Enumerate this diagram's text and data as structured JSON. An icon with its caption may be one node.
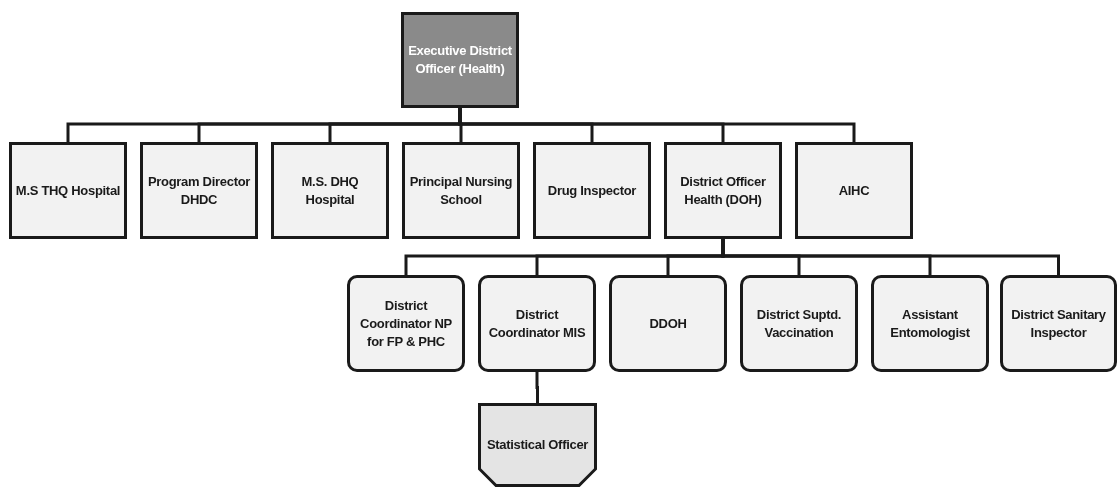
{
  "diagram": {
    "nodes": [
      {
        "text": [
          "Executive District Officer (Health)"
        ]
      },
      {
        "text": [
          "M.S THQ Hospital"
        ]
      },
      {
        "text": [
          "Program Director DHDC"
        ]
      },
      {
        "text": [
          "M.S. DHQ Hospital"
        ]
      },
      {
        "text": [
          "Principal Nursing School"
        ]
      },
      {
        "text": [
          "Drug Inspector"
        ]
      },
      {
        "text": [
          "District Officer Health (DOH)"
        ]
      },
      {
        "text": [
          "AIHC"
        ]
      },
      {
        "text": [
          "District Coordinator NP for FP & PHC"
        ]
      },
      {
        "text": [
          "District Coordinator MIS"
        ]
      },
      {
        "text": [
          "DDOH"
        ]
      },
      {
        "text": [
          "District Suptd. Vaccination"
        ]
      },
      {
        "text": [
          "Assistant Entomologist"
        ]
      },
      {
        "text": [
          "District Sanitary Inspector"
        ]
      },
      {
        "text": [
          "Statistical Officer"
        ]
      }
    ],
    "edges": [
      {
        "from": 0,
        "to": 1,
        "arrow": "none"
      },
      {
        "from": 0,
        "to": 2,
        "arrow": "none"
      },
      {
        "from": 0,
        "to": 3,
        "arrow": "none"
      },
      {
        "from": 0,
        "to": 4,
        "arrow": "none"
      },
      {
        "from": 0,
        "to": 5,
        "arrow": "none"
      },
      {
        "from": 0,
        "to": 6,
        "arrow": "none"
      },
      {
        "from": 0,
        "to": 7,
        "arrow": "none"
      },
      {
        "from": 6,
        "to": 8,
        "arrow": "none"
      },
      {
        "from": 6,
        "to": 9,
        "arrow": "none"
      },
      {
        "from": 6,
        "to": 10,
        "arrow": "none"
      },
      {
        "from": 6,
        "to": 11,
        "arrow": "none"
      },
      {
        "from": 6,
        "to": 12,
        "arrow": "none"
      },
      {
        "from": 6,
        "to": 13,
        "arrow": "none"
      },
      {
        "from": 9,
        "to": 14,
        "arrow": "none"
      }
    ]
  }
}
